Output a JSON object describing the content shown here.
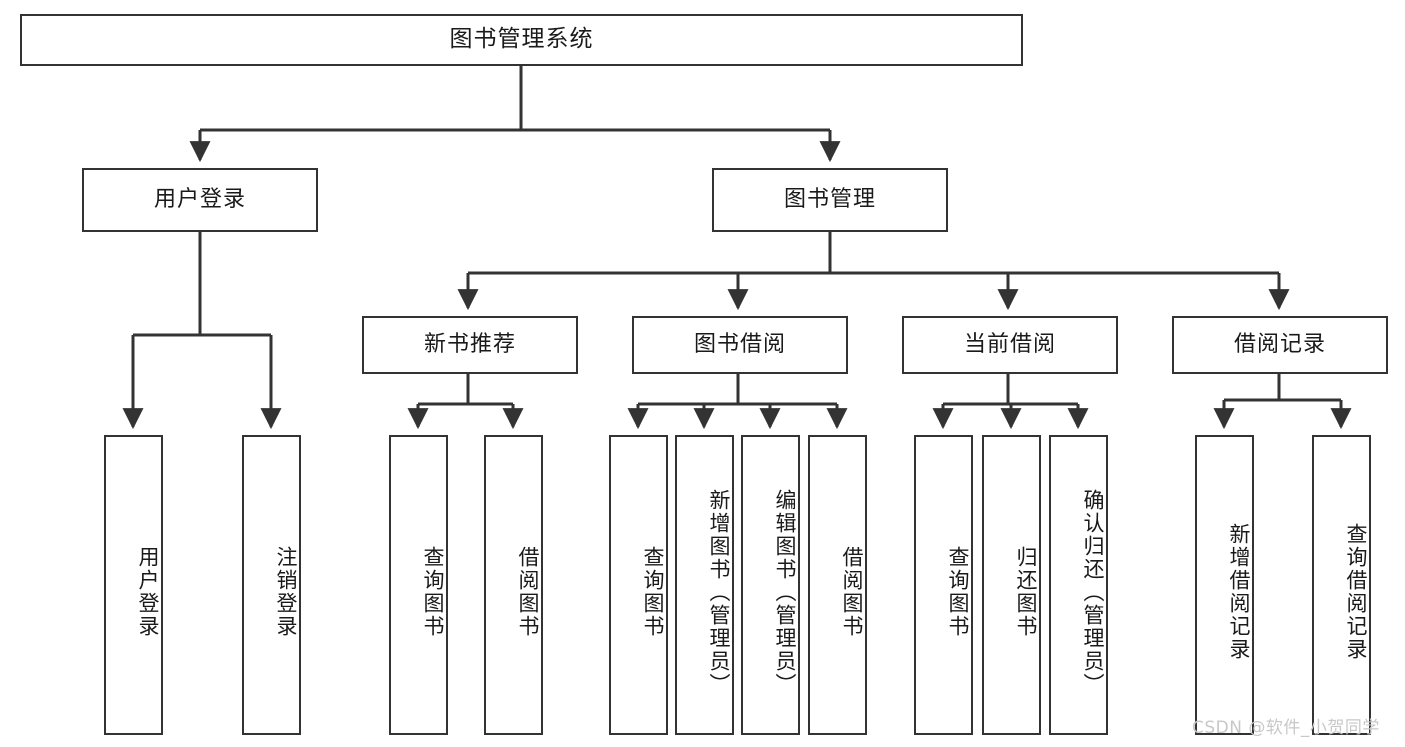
{
  "diagram": {
    "title": "图书管理系统",
    "watermark": "CSDN @软件_小贺同学",
    "colors": {
      "stroke": "#333333",
      "fill": "#ffffff",
      "text": "#1a1a1a",
      "watermark": "#c8c8c8"
    },
    "nodes": {
      "root": "图书管理系统",
      "level1": [
        "用户登录",
        "图书管理"
      ],
      "level2": [
        "新书推荐",
        "图书借阅",
        "当前借阅",
        "借阅记录"
      ],
      "leaves": {
        "user_login": [
          "用户登录",
          "注销登录"
        ],
        "new_book": [
          "查询图书",
          "借阅图书"
        ],
        "book_borrow": [
          "查询图书",
          "新增图书（管理员）",
          "编辑图书（管理员）",
          "借阅图书"
        ],
        "current_borrow": [
          "查询图书",
          "归还图书",
          "确认归还（管理员）"
        ],
        "borrow_record": [
          "新增借阅记录",
          "查询借阅记录"
        ]
      }
    }
  }
}
